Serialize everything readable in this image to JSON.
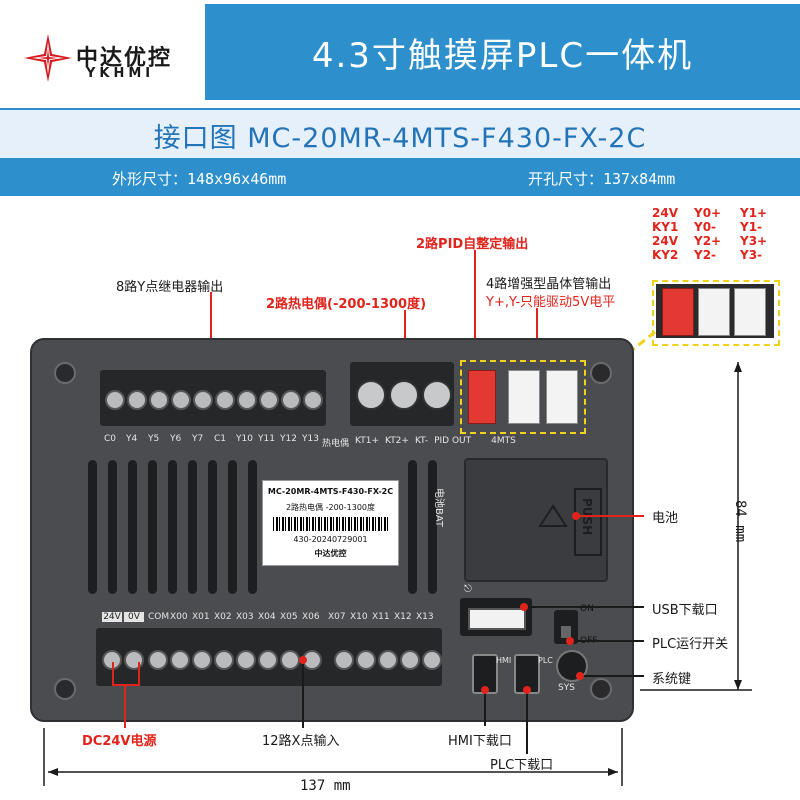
{
  "brand": {
    "name_cn": "中达优控",
    "name_en": "YKHMI"
  },
  "title": "4.3寸触摸屏PLC一体机",
  "model_line": "接口图 MC-20MR-4MTS-F430-FX-2C",
  "dimensions": {
    "outer": "外形尺寸：148x96x46mm",
    "cutout": "开孔尺寸：137x84mm"
  },
  "callouts": {
    "relay_out": "8路Y点继电器输出",
    "thermocouple": "2路热电偶(-200-1300度)",
    "pid": "2路PID自整定输出",
    "transistor": "4路增强型晶体管输出",
    "transistor_note": "Y+,Y-只能驱动5V电平",
    "battery": "电池",
    "usb": "USB下载口",
    "plc_switch": "PLC运行开关",
    "sys_key": "系统键",
    "dc_power": "DC24V电源",
    "x_input": "12路X点输入",
    "hmi_port": "HMI下载口",
    "plc_port": "PLC下载口"
  },
  "pin_legend": [
    [
      "24V",
      "Y0+",
      "Y1+"
    ],
    [
      "KY1",
      "Y0-",
      "Y1-"
    ],
    [
      "24V",
      "Y2+",
      "Y3+"
    ],
    [
      "KY2",
      "Y2-",
      "Y3-"
    ]
  ],
  "device": {
    "top_terminals": [
      "C0",
      "Y4",
      "Y5",
      "Y6",
      "Y7",
      "C1",
      "Y10",
      "Y11",
      "Y12",
      "Y13"
    ],
    "mid_labels": [
      "热电偶",
      "KT1+",
      "KT2+",
      "KT-",
      "PID OUT",
      "4MTS"
    ],
    "bottom_terminals": [
      "24V",
      "0V",
      "COM",
      "X00",
      "X01",
      "X02",
      "X03",
      "X04",
      "X05",
      "X06",
      "X07",
      "X10",
      "X11",
      "X12",
      "X13"
    ],
    "label_card": {
      "model": "MC-20MR-4MTS-F430-FX-2C",
      "spec": "2路热电偶 -200-1300度",
      "serial": "430-20240729001",
      "brand": "中达优控"
    },
    "battery_text": "PUSH",
    "bat_silk": "电池BAT",
    "port_hmi": "HMI",
    "port_plc": "PLC",
    "switch_on": "ON",
    "switch_off": "OFF",
    "sys_text": "SYS"
  },
  "measure": {
    "width": "137 mm",
    "height": "84 mm"
  },
  "colors": {
    "brand_blue": "#2d8fcb",
    "accent_red": "#e0241c",
    "highlight_yellow": "#f2d11b"
  }
}
